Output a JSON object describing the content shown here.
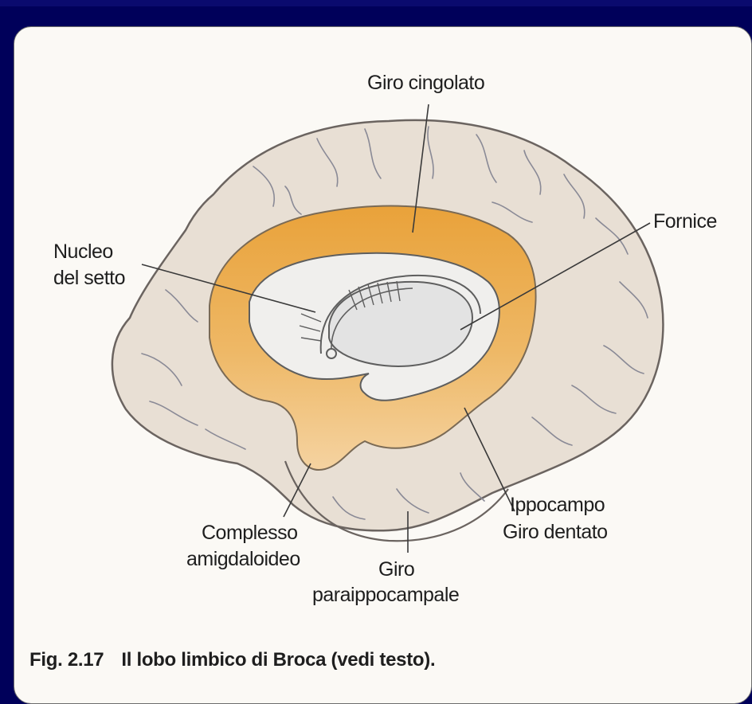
{
  "figure": {
    "labels": {
      "giro_cingolato": "Giro cingolato",
      "fornice": "Fornice",
      "nucleo_line1": "Nucleo",
      "nucleo_line2": "del setto",
      "ippocampo": "Ippocampo",
      "giro_dentato": "Giro dentato",
      "complesso_line1": "Complesso",
      "complesso_line2": "amigdaloideo",
      "giro_line1": "Giro",
      "giro_line2": "paraippocampale"
    },
    "caption_number": "Fig. 2.17",
    "caption_text": "Il lobo limbico di Broca (vedi testo)."
  },
  "colors": {
    "background": "#00005a",
    "card": "#fbf9f5",
    "brain_fill": "#e8dfd4",
    "limbic_dark": "#ebaa45",
    "limbic_light": "#f1c78a",
    "callosum": "#e3e3e3"
  }
}
